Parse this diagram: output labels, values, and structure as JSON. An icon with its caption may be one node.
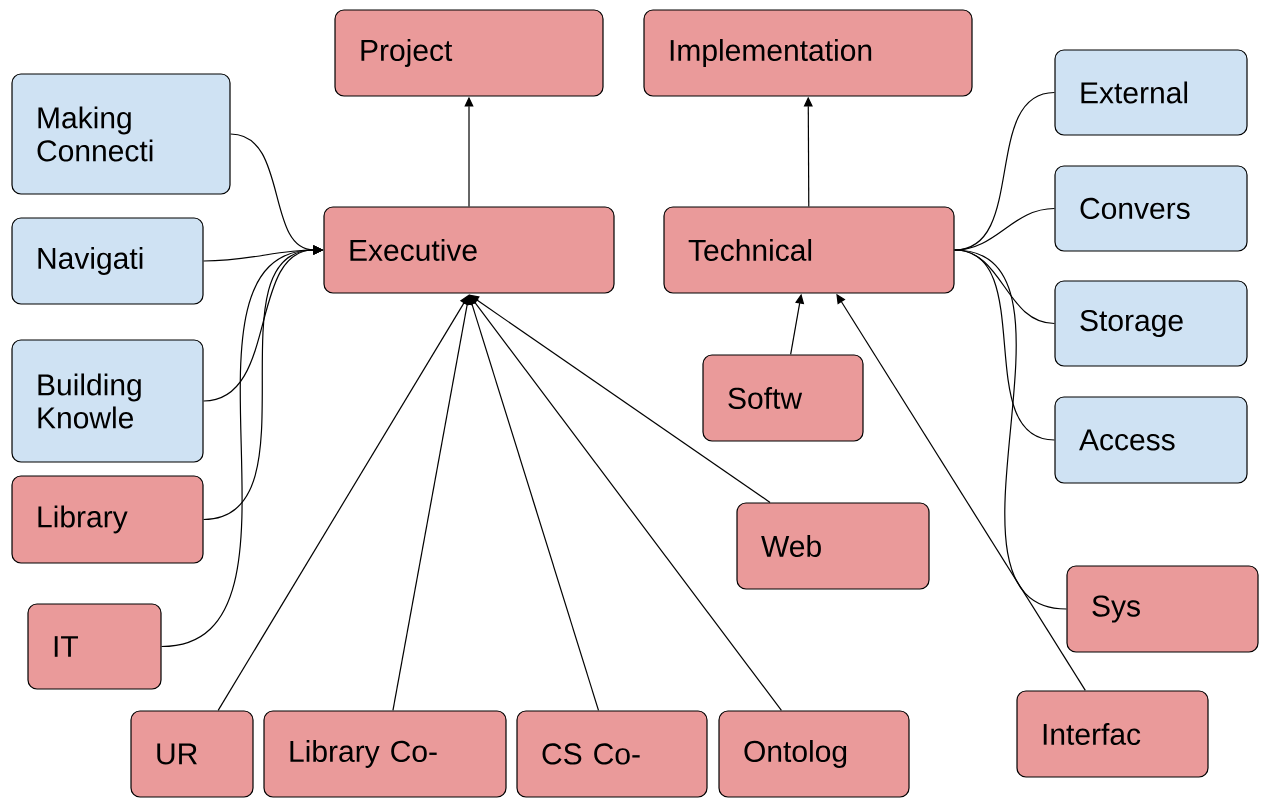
{
  "diagram": {
    "nodes": [
      {
        "text": [
          "Project"
        ]
      },
      {
        "text": [
          "Implementation"
        ]
      },
      {
        "text": [
          "Making Connecti"
        ]
      },
      {
        "text": [
          "External"
        ]
      },
      {
        "text": [
          "Executive"
        ]
      },
      {
        "text": [
          "Technical"
        ]
      },
      {
        "text": [
          "Convers"
        ]
      },
      {
        "text": [
          "Navigati"
        ]
      },
      {
        "text": [
          "Storage"
        ]
      },
      {
        "text": [
          "Building Knowle"
        ]
      },
      {
        "text": [
          "Softw"
        ]
      },
      {
        "text": [
          "Access"
        ]
      },
      {
        "text": [
          "Library"
        ]
      },
      {
        "text": [
          "Web"
        ]
      },
      {
        "text": [
          "Sys"
        ]
      },
      {
        "text": [
          "IT"
        ]
      },
      {
        "text": [
          "Interfac"
        ]
      },
      {
        "text": [
          "UR"
        ]
      },
      {
        "text": [
          "Library Co-"
        ]
      },
      {
        "text": [
          "CS Co-"
        ]
      },
      {
        "text": [
          "Ontolog"
        ]
      }
    ],
    "edges": [
      {
        "from": 4,
        "to": 0,
        "arrow": "to"
      },
      {
        "from": 5,
        "to": 1,
        "arrow": "to"
      },
      {
        "from": 2,
        "to": 4,
        "arrow": "to"
      },
      {
        "from": 7,
        "to": 4,
        "arrow": "to"
      },
      {
        "from": 9,
        "to": 4,
        "arrow": "to"
      },
      {
        "from": 12,
        "to": 4,
        "arrow": "to"
      },
      {
        "from": 15,
        "to": 4,
        "arrow": "to"
      },
      {
        "from": 17,
        "to": 4,
        "arrow": "to"
      },
      {
        "from": 18,
        "to": 4,
        "arrow": "to"
      },
      {
        "from": 19,
        "to": 4,
        "arrow": "to"
      },
      {
        "from": 20,
        "to": 4,
        "arrow": "to"
      },
      {
        "from": 13,
        "to": 4,
        "arrow": "to"
      },
      {
        "from": 10,
        "to": 5,
        "arrow": "to"
      },
      {
        "from": 16,
        "to": 5,
        "arrow": "to"
      },
      {
        "from": 5,
        "to": 3,
        "arrow": "none"
      },
      {
        "from": 5,
        "to": 6,
        "arrow": "none"
      },
      {
        "from": 5,
        "to": 8,
        "arrow": "none"
      },
      {
        "from": 5,
        "to": 11,
        "arrow": "none"
      },
      {
        "from": 5,
        "to": 14,
        "arrow": "none"
      }
    ]
  }
}
